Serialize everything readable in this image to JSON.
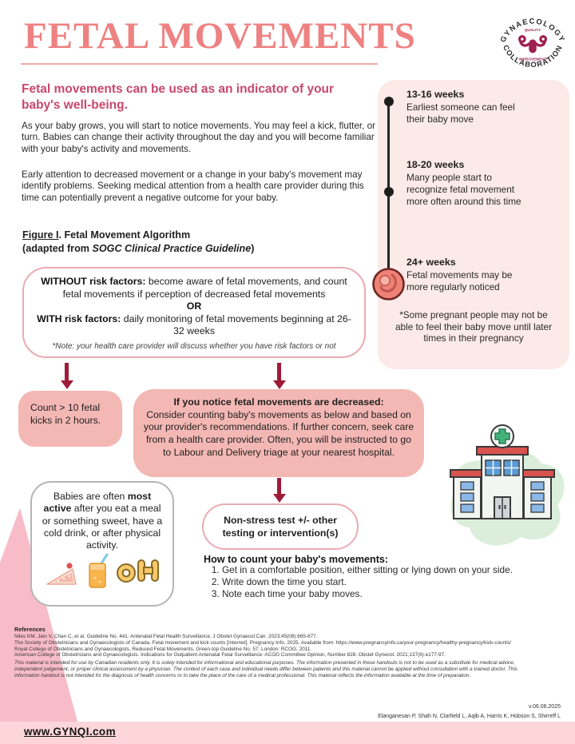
{
  "colors": {
    "title": "#ee8181",
    "headline": "#c8486c",
    "accent_arrow": "#9e1c38",
    "box_pink": "#f4b8b4",
    "card_pink": "#fbeae7",
    "border_pink": "#eaabb5",
    "footer_bar": "#fcd6d9",
    "triangle_pink": "#f8bcc9",
    "logo_maroon": "#9e2050"
  },
  "header": {
    "title": "FETAL MOVEMENTS",
    "logo": {
      "top_text": "GYNAECOLOGY",
      "bottom_text": "COLLABORATION",
      "middle_top": "QUALITY",
      "middle_bottom": "IMPROVEMENT"
    }
  },
  "intro": {
    "headline_line1": "Fetal movements can be used as an indicator of your",
    "headline_line2": "baby's well-being.",
    "para1": "As your baby grows, you will start to notice movements. You may feel a kick, flutter, or turn. Babies can change their activity throughout the day and you will become familiar with your baby's activity and movements.",
    "para2": "Early attention to decreased movement or a change in your baby's movement may identify problems. Seeking medical attention from a health care provider during this time can potentially prevent a negative outcome for your baby."
  },
  "timeline": {
    "items": [
      {
        "weeks": "13-16 weeks",
        "text": "Earliest someone can feel their baby move"
      },
      {
        "weeks": "18-20 weeks",
        "text": "Many people start to recognize fetal movement more often around this time"
      },
      {
        "weeks": "24+ weeks",
        "text": "Fetal movements may be more regularly noticed"
      }
    ],
    "footnote": "*Some pregnant people may not be able to feel their baby move until later times in their pregnancy"
  },
  "figure": {
    "caption_label": "Figure I",
    "caption_rest": ". Fetal Movement Algorithm",
    "caption2_prefix": "(adapted from ",
    "caption2_italic": "SOGC Clinical Practice Guideline",
    "caption2_suffix": ")"
  },
  "algorithm": {
    "without_label": "WITHOUT risk factors:",
    "without_text": " become aware of fetal movements, and count fetal movements if perception of decreased fetal movements",
    "or_label": "OR",
    "with_label": "WITH risk factors:",
    "with_text": " daily monitoring of fetal movements beginning at 26-32 weeks",
    "note": "*Note: your health care provider will discuss whether you have risk factors or not"
  },
  "count_box": {
    "text": "Count > 10 fetal kicks in 2 hours."
  },
  "decreased_box": {
    "title": "If you notice fetal movements are decreased:",
    "text": "Consider counting baby's movements as below and based on your provider's recommendations. If further concern, seek care from a health care provider. Often, you will be instructed to go to Labour and Delivery triage at your nearest hospital."
  },
  "nonstress_box": {
    "text": "Non-stress test +/- other testing or intervention(s)"
  },
  "active_box": {
    "prefix": "Babies are often ",
    "bold": "most active",
    "suffix": " after you eat a meal or something sweet, have a cold drink, or after physical activity."
  },
  "howto": {
    "title": "How to count your baby's movements:",
    "steps": [
      "Get in a comfortable position, either sitting or lying down on your side.",
      "Write down the time you start.",
      "Note each time your baby moves."
    ]
  },
  "references": {
    "title": "References",
    "items": [
      "Niles KM, Jain V, Chan C, et al. Guideline No. 441: Antenatal Fetal Health Surveillance. J Obstet Gynaecol Can. 2023;45(08):665-677.",
      "The Society of Obstetricians and Gynaecologists of Canada. Fetal movement and kick counts [Internet]. Pregnancy Info. 2025. Available from: https://www.pregnancyinfo.ca/your-pregnancy/healthy-pregnancy/kick-counts/",
      "Royal College of Obstetricians and Gynaecologists. Reduced Fetal Movements. Green-top Guideline No. 57. London: RCOG; 2011.",
      "American College of Obstetricians and Gynaecologists. Indications for Outpatient Antenatal Fetal Surveillance: ACOG Committee Opinion, Number 828. Obstet Gynecol. 2021;137(6):e177-97."
    ],
    "disclaimer": "This material is intended for use by Canadian residents only. It is solely intended for informational and educational purposes. The information presented in these handouts is not to be used as a substitute for medical advice, independent judgement, or proper clinical assessment by a physician. The context of each case and individual needs differ between patients and this material cannot be applied without consultation with a trained doctor. This information handout is not intended for the diagnosis of health concerns or to take the place of the care of a medical professional. This material reflects the information available at the time of preparation.",
    "version": "v.06.06.2025",
    "authors": "Elanganesan P, Shah N, Clarfield L, Aqib A, Harris K, Hobson S, Shirreff L"
  },
  "footer": {
    "url": "www.GYNQI.com"
  }
}
